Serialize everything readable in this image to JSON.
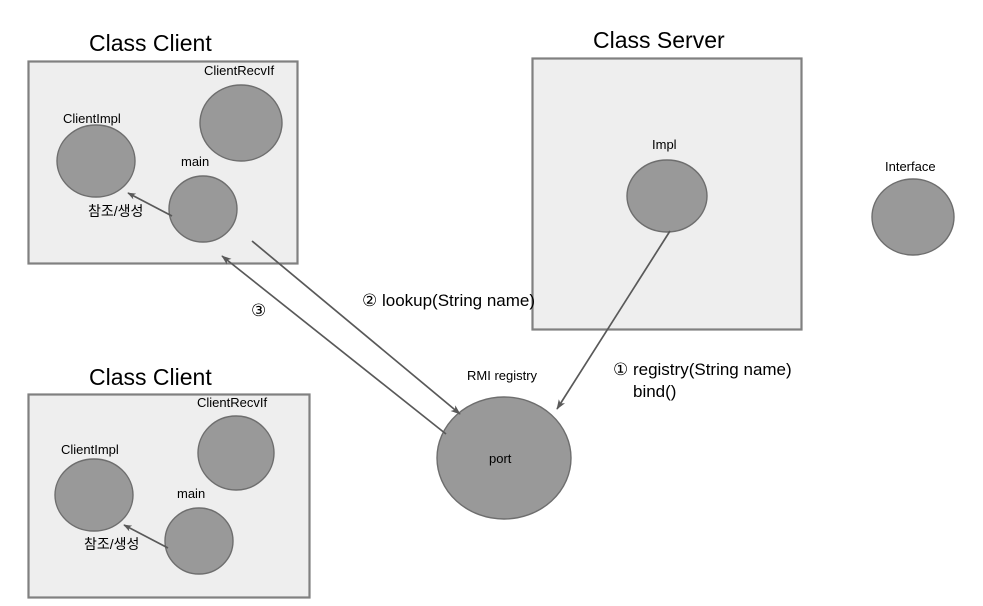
{
  "diagram": {
    "title": "Java RMI architecture diagram",
    "colors": {
      "circle_fill": "#999999",
      "circle_stroke": "#666666",
      "box_fill": "#eeeeee",
      "box_stroke": "#808080",
      "arrow": "#595959",
      "text": "#000000",
      "background": "#ffffff"
    }
  },
  "boxes": [
    {
      "id": "client-top",
      "title": "Class Client",
      "nodes": [
        {
          "id": "client-impl",
          "label": "ClientImpl"
        },
        {
          "id": "client-recvif",
          "label": "ClientRecvIf"
        },
        {
          "id": "main",
          "label": "main"
        }
      ],
      "edge_label": "참조/생성"
    },
    {
      "id": "server",
      "title": "Class Server",
      "nodes": [
        {
          "id": "impl",
          "label": "Impl"
        }
      ]
    },
    {
      "id": "client-bottom",
      "title": "Class Client",
      "nodes": [
        {
          "id": "client-impl",
          "label": "ClientImpl"
        },
        {
          "id": "client-recvif",
          "label": "ClientRecvIf"
        },
        {
          "id": "main",
          "label": "main"
        }
      ],
      "edge_label": "참조/생성"
    }
  ],
  "standalone_nodes": [
    {
      "id": "interface",
      "label": "Interface"
    },
    {
      "id": "rmi-registry",
      "label": "RMI registry",
      "inner_label": "port"
    }
  ],
  "annotations": [
    {
      "id": "step-1",
      "text": "① registry(String name)",
      "text2": "bind()"
    },
    {
      "id": "step-2",
      "text": "② lookup(String name)"
    },
    {
      "id": "step-3",
      "text": "③"
    }
  ]
}
